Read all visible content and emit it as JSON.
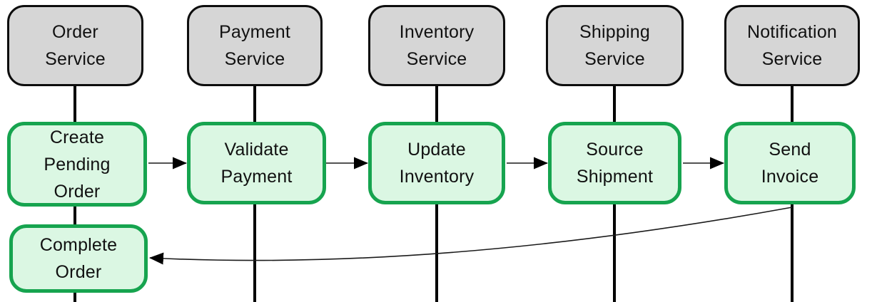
{
  "services": [
    {
      "id": "order-service",
      "label": "Order\nService"
    },
    {
      "id": "payment-service",
      "label": "Payment\nService"
    },
    {
      "id": "inventory-service",
      "label": "Inventory\nService"
    },
    {
      "id": "shipping-service",
      "label": "Shipping\nService"
    },
    {
      "id": "notification-service",
      "label": "Notification\nService"
    }
  ],
  "activities": [
    {
      "id": "create-pending-order",
      "label": "Create\nPending\nOrder"
    },
    {
      "id": "validate-payment",
      "label": "Validate\nPayment"
    },
    {
      "id": "update-inventory",
      "label": "Update\nInventory"
    },
    {
      "id": "source-shipment",
      "label": "Source\nShipment"
    },
    {
      "id": "send-invoice",
      "label": "Send\nInvoice"
    }
  ],
  "final_activity": {
    "id": "complete-order",
    "label": "Complete\nOrder"
  },
  "flow": {
    "forward_sequence": [
      "Create Pending Order",
      "Validate Payment",
      "Update Inventory",
      "Source Shipment",
      "Send Invoice"
    ],
    "return_edge": {
      "from": "Send Invoice",
      "to": "Complete Order"
    }
  },
  "colors": {
    "service_fill": "#D6D6D6",
    "service_border": "#0D0D0D",
    "activity_fill": "#DBF7E3",
    "activity_border": "#16A44F",
    "lifeline": "#000000",
    "arrow": "#1A1A1A"
  }
}
